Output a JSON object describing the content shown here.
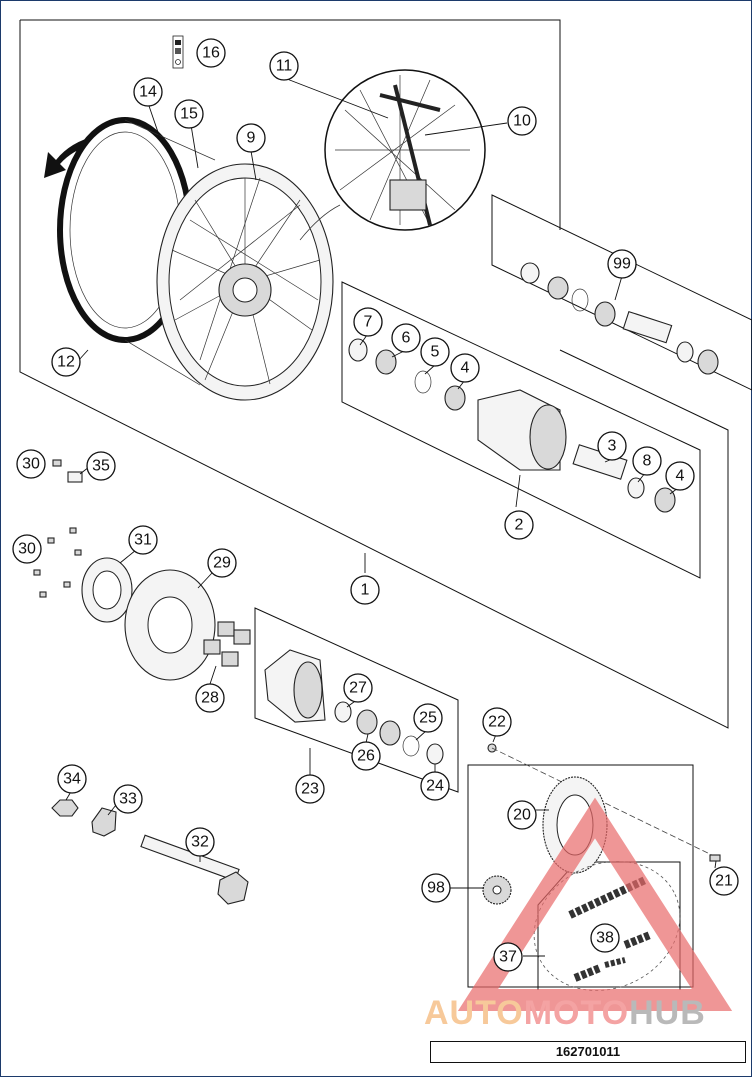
{
  "drawing_number": "162701011",
  "watermark": {
    "part1": "AUTO",
    "part2": "MOTO",
    "part3": "HUB",
    "color_red": "#e86a6a"
  },
  "callouts": [
    "1",
    "2",
    "3",
    "4",
    "4",
    "5",
    "6",
    "7",
    "8",
    "9",
    "10",
    "11",
    "12",
    "14",
    "15",
    "16",
    "20",
    "21",
    "22",
    "23",
    "24",
    "25",
    "26",
    "27",
    "28",
    "29",
    "30",
    "30",
    "31",
    "32",
    "33",
    "34",
    "35",
    "37",
    "38",
    "98",
    "99"
  ]
}
